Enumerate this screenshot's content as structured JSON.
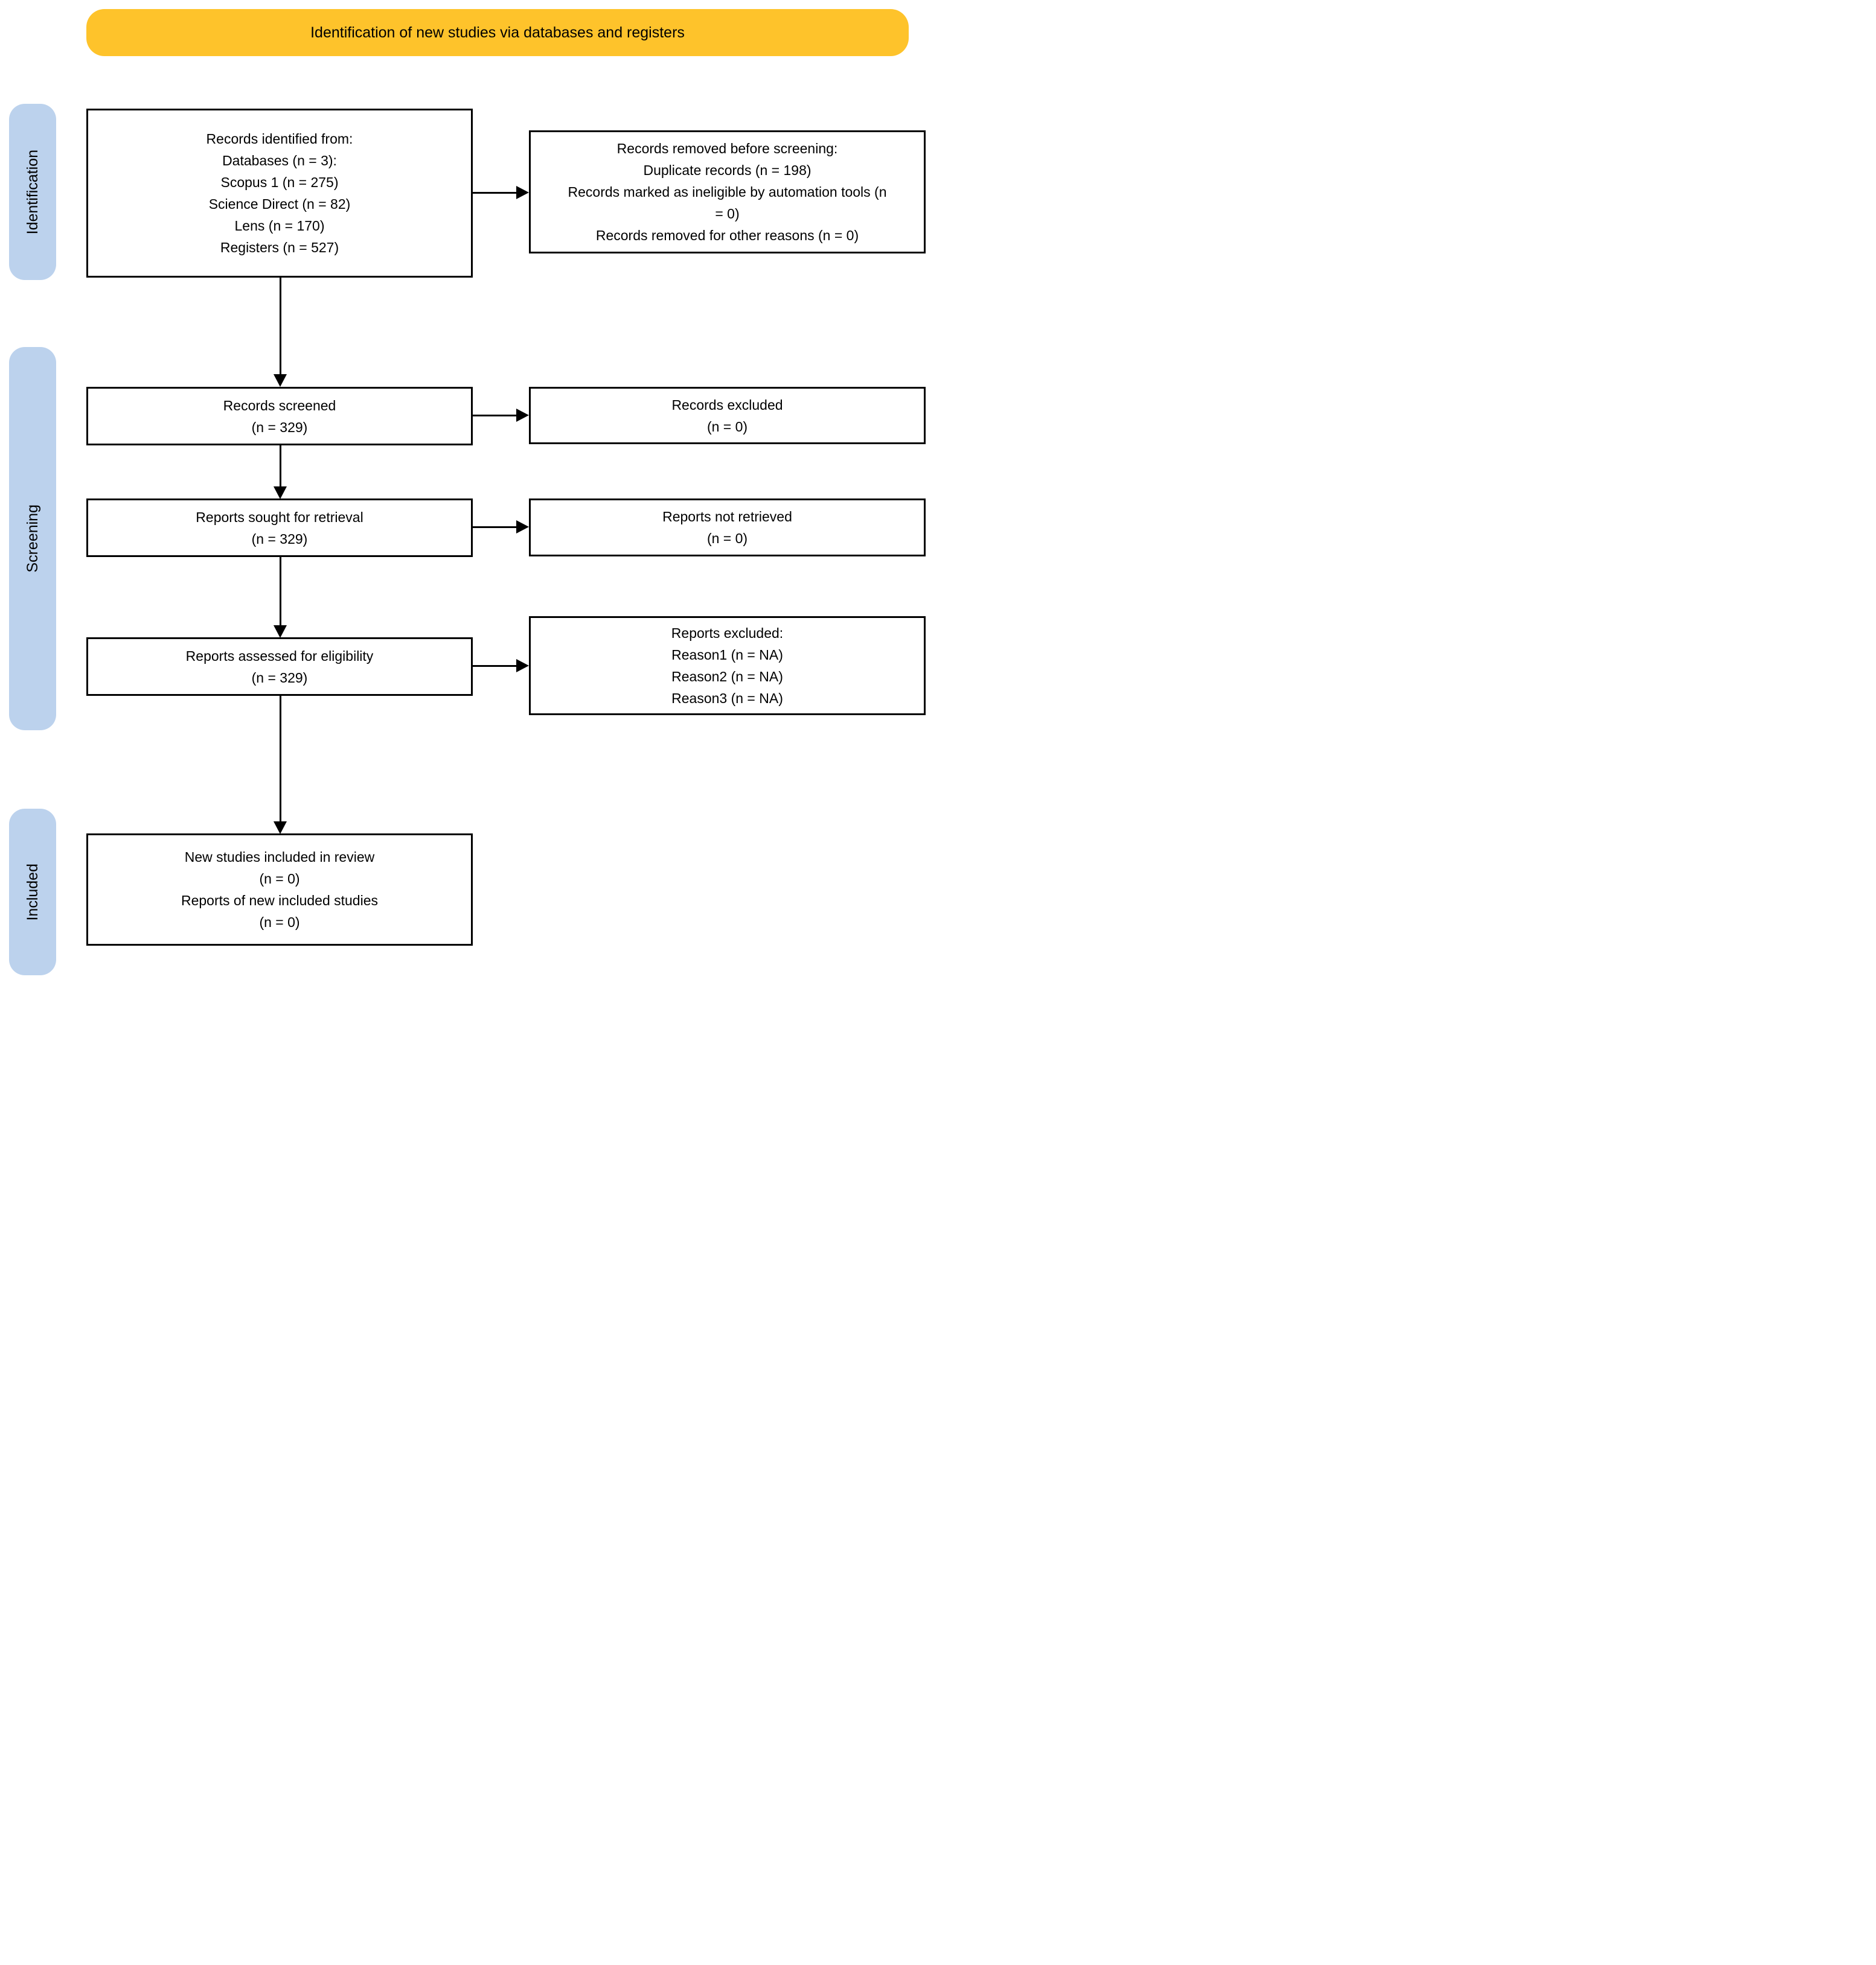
{
  "banner": {
    "title": "Identification of new studies via databases and registers"
  },
  "stages": [
    {
      "label": "Identification"
    },
    {
      "label": "Screening"
    },
    {
      "label": "Included"
    }
  ],
  "boxes": {
    "records_identified": {
      "lines": [
        "Records identified from:",
        "Databases (n = 3):",
        "Scopus 1 (n = 275)",
        "Science Direct (n = 82)",
        "Lens (n = 170)",
        "Registers (n = 527)"
      ]
    },
    "records_removed": {
      "lines": [
        "Records removed before screening:",
        "Duplicate records (n = 198)",
        "Records marked as ineligible by automation tools (n = 0)",
        "Records removed for other reasons (n = 0)"
      ]
    },
    "records_screened": {
      "lines": [
        "Records screened",
        "(n = 329)"
      ]
    },
    "records_excluded": {
      "lines": [
        "Records excluded",
        "(n = 0)"
      ]
    },
    "reports_sought": {
      "lines": [
        "Reports sought for retrieval",
        "(n = 329)"
      ]
    },
    "reports_not_retrieved": {
      "lines": [
        "Reports not retrieved",
        "(n = 0)"
      ]
    },
    "reports_assessed": {
      "lines": [
        "Reports assessed for eligibility",
        "(n = 329)"
      ]
    },
    "reports_excluded": {
      "lines": [
        "Reports excluded:",
        "Reason1 (n = NA)",
        "Reason2 (n = NA)",
        "Reason3 (n = NA)"
      ]
    },
    "new_studies_included": {
      "lines": [
        "New studies included in review",
        "(n = 0)",
        "Reports of new included studies",
        "(n = 0)"
      ]
    }
  },
  "colors": {
    "banner_bg": "#FEC32B",
    "stage_bg": "#BCD2ED",
    "box_border": "#000000",
    "text": "#000000",
    "background": "#FFFFFF"
  }
}
